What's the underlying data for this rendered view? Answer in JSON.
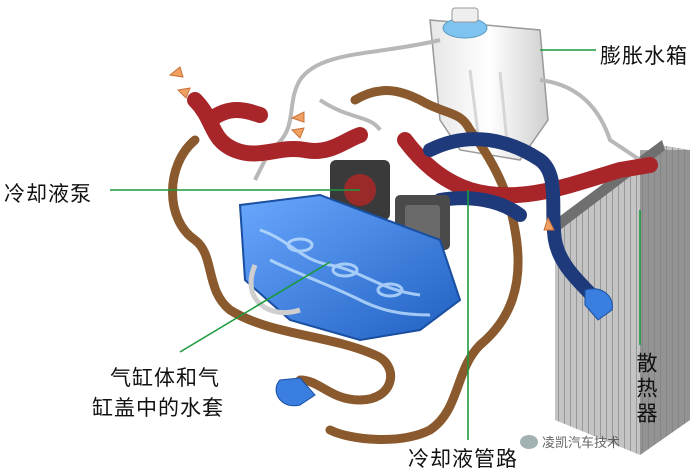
{
  "labels": {
    "expansion_tank": "膨胀水箱",
    "coolant_pump": "冷却液泵",
    "water_jacket_line1": "气缸体和气",
    "water_jacket_line2": "缸盖中的水套",
    "coolant_pipes": "冷却液管路",
    "radiator": "散热器"
  },
  "watermark": "凌凯汽车技术",
  "colors": {
    "hot_pipe": "#a8262a",
    "cool_pipe": "#1f3a7a",
    "brass_pipe": "#8a5a2e",
    "engine_blue": "#2f7fe0",
    "leader_line": "#1a9a3c"
  },
  "icons": [
    "wechat-icon",
    "flow-arrow-icon"
  ]
}
